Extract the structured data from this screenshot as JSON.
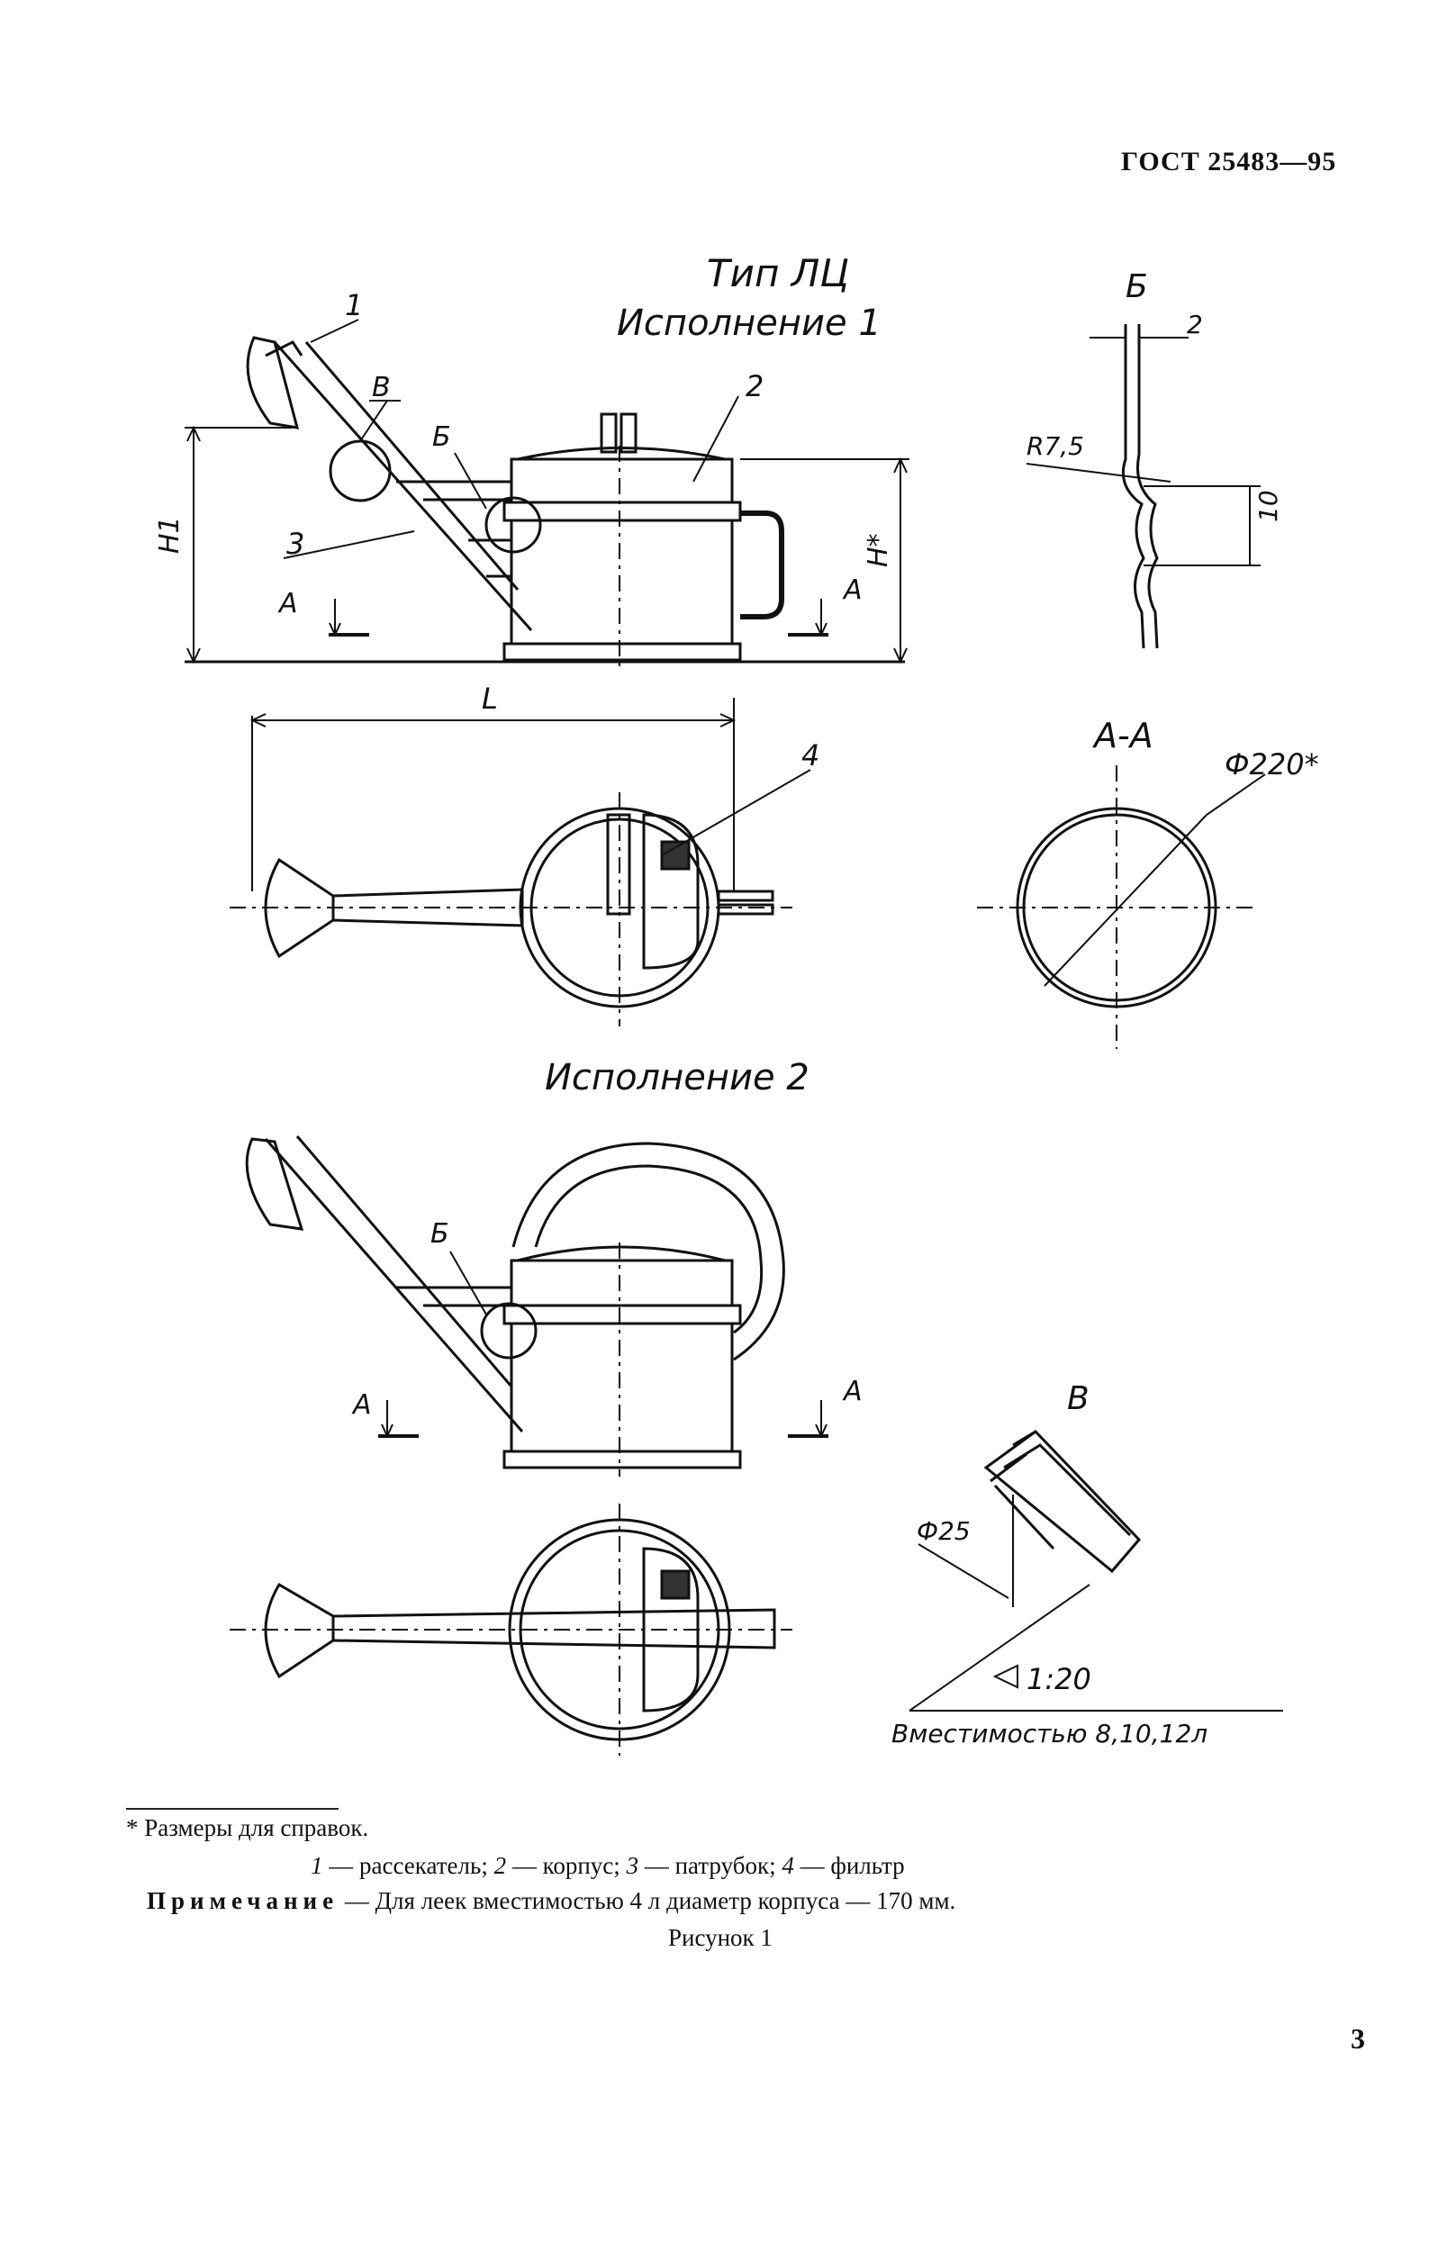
{
  "header": {
    "standard": "ГОСТ 25483—95"
  },
  "figure": {
    "type_label": "Тип ЛЦ",
    "variant1_label": "Исполнение 1",
    "variant2_label": "Исполнение 2",
    "callouts": [
      "1",
      "2",
      "3",
      "4"
    ],
    "detail_markers": {
      "v": "В",
      "b": "Б"
    },
    "section_marker": "А",
    "section_title": "А-А",
    "dimensions": {
      "h1": "H1",
      "h_star": "H*",
      "length": "L",
      "diameter": "Ф220*",
      "b_thickness": "2",
      "b_radius": "R7,5",
      "b_pitch": "10",
      "v_diameter": "Ф25",
      "v_taper": "1:20",
      "v_capacity": "Вместимостью 8,10,12л"
    }
  },
  "footnote": {
    "star": "*",
    "text": "Размеры для справок."
  },
  "legend": {
    "items": [
      {
        "num": "1",
        "name": "рассекатель"
      },
      {
        "num": "2",
        "name": "корпус"
      },
      {
        "num": "3",
        "name": "патрубок"
      },
      {
        "num": "4",
        "name": "фильтр"
      }
    ]
  },
  "note": {
    "label": "Примечание",
    "text": "— Для леек вместимостью 4 л диаметр корпуса — 170 мм."
  },
  "figure_caption": "Рисунок 1",
  "page_number": "3"
}
